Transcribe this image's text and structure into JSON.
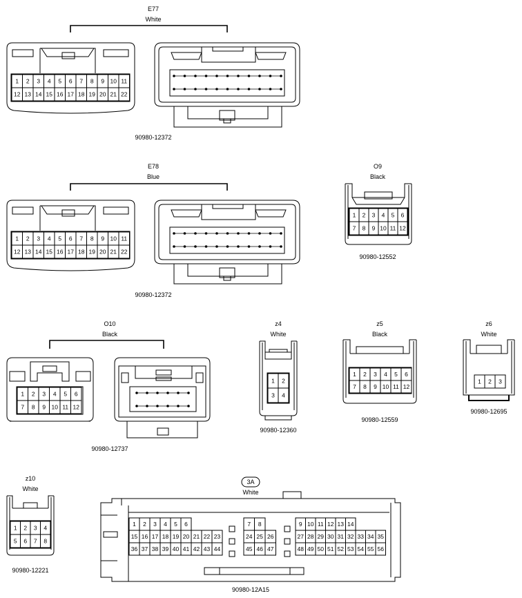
{
  "connectors": {
    "e77": {
      "code": "E77",
      "color": "White",
      "part_number": "90980-12372",
      "pin_rows": [
        [
          "1",
          "2",
          "3",
          "4",
          "5",
          "6",
          "7",
          "8",
          "9",
          "10",
          "11"
        ],
        [
          "12",
          "13",
          "14",
          "15",
          "16",
          "17",
          "18",
          "19",
          "20",
          "21",
          "22"
        ]
      ]
    },
    "e78": {
      "code": "E78",
      "color": "Blue",
      "part_number": "90980-12372",
      "pin_rows": [
        [
          "1",
          "2",
          "3",
          "4",
          "5",
          "6",
          "7",
          "8",
          "9",
          "10",
          "11"
        ],
        [
          "12",
          "13",
          "14",
          "15",
          "16",
          "17",
          "18",
          "19",
          "20",
          "21",
          "22"
        ]
      ]
    },
    "o9": {
      "code": "O9",
      "color": "Black",
      "part_number": "90980-12552",
      "pin_rows": [
        [
          "1",
          "2",
          "3",
          "4",
          "5",
          "6"
        ],
        [
          "7",
          "8",
          "9",
          "10",
          "11",
          "12"
        ]
      ]
    },
    "o10": {
      "code": "O10",
      "color": "Black",
      "part_number": "90980-12737",
      "pin_rows": [
        [
          "1",
          "2",
          "3",
          "4",
          "5",
          "6"
        ],
        [
          "7",
          "8",
          "9",
          "10",
          "11",
          "12"
        ]
      ]
    },
    "z4": {
      "code": "z4",
      "color": "White",
      "part_number": "90980-12360",
      "pin_rows": [
        [
          "1",
          "2"
        ],
        [
          "3",
          "4"
        ]
      ]
    },
    "z5": {
      "code": "z5",
      "color": "Black",
      "part_number": "90980-12559",
      "pin_rows": [
        [
          "1",
          "2",
          "3",
          "4",
          "5",
          "6"
        ],
        [
          "7",
          "8",
          "9",
          "10",
          "11",
          "12"
        ]
      ]
    },
    "z6": {
      "code": "z6",
      "color": "White",
      "part_number": "90980-12695",
      "pin_rows": [
        [
          "1",
          "2",
          "3"
        ]
      ]
    },
    "z10": {
      "code": "z10",
      "color": "White",
      "part_number": "90980-12221",
      "pin_rows": [
        [
          "1",
          "2",
          "3",
          "4"
        ],
        [
          "5",
          "6",
          "7",
          "8"
        ]
      ]
    },
    "c3a": {
      "code": "3A",
      "color": "White",
      "part_number": "90980-12A15",
      "left_block": [
        [
          "1",
          "2",
          "3",
          "4",
          "5",
          "6"
        ],
        [
          "15",
          "16",
          "17",
          "18",
          "19",
          "20",
          "21",
          "22",
          "23"
        ],
        [
          "36",
          "37",
          "38",
          "39",
          "40",
          "41",
          "42",
          "43",
          "44"
        ]
      ],
      "mid_block": [
        [
          "7",
          "8"
        ],
        [
          "24",
          "25",
          "26"
        ],
        [
          "45",
          "46",
          "47"
        ]
      ],
      "right_block": [
        [
          "9",
          "10",
          "11",
          "12",
          "13",
          "14"
        ],
        [
          "27",
          "28",
          "29",
          "30",
          "31",
          "32",
          "33",
          "34",
          "35"
        ],
        [
          "48",
          "49",
          "50",
          "51",
          "52",
          "53",
          "54",
          "55",
          "56"
        ]
      ]
    }
  }
}
